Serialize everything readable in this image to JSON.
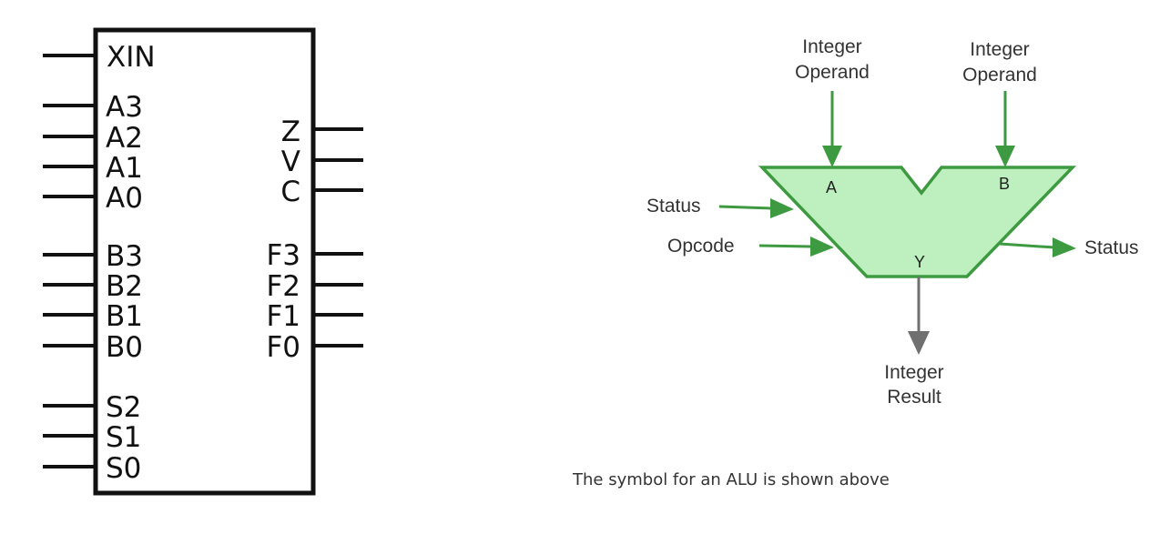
{
  "chip": {
    "left_pins": {
      "xin": "XIN",
      "a3": "A3",
      "a2": "A2",
      "a1": "A1",
      "a0": "A0",
      "b3": "B3",
      "b2": "B2",
      "b1": "B1",
      "b0": "B0",
      "s2": "S2",
      "s1": "S1",
      "s0": "S0"
    },
    "right_pins": {
      "z": "Z",
      "v": "V",
      "c": "C",
      "f3": "F3",
      "f2": "F2",
      "f1": "F1",
      "f0": "F0"
    }
  },
  "alu": {
    "operand_a": [
      "Integer",
      "Operand"
    ],
    "operand_b": [
      "Integer",
      "Operand"
    ],
    "port_a": "A",
    "port_b": "B",
    "port_y": "Y",
    "status_in": "Status",
    "opcode": "Opcode",
    "status_out": "Status",
    "result": [
      "Integer",
      "Result"
    ],
    "colors": {
      "fill": "#bdf0be",
      "stroke": "#3e9a40",
      "arrow_in": "#3e9a40",
      "arrow_out": "#707070"
    }
  },
  "caption": "The symbol for an ALU is shown above"
}
